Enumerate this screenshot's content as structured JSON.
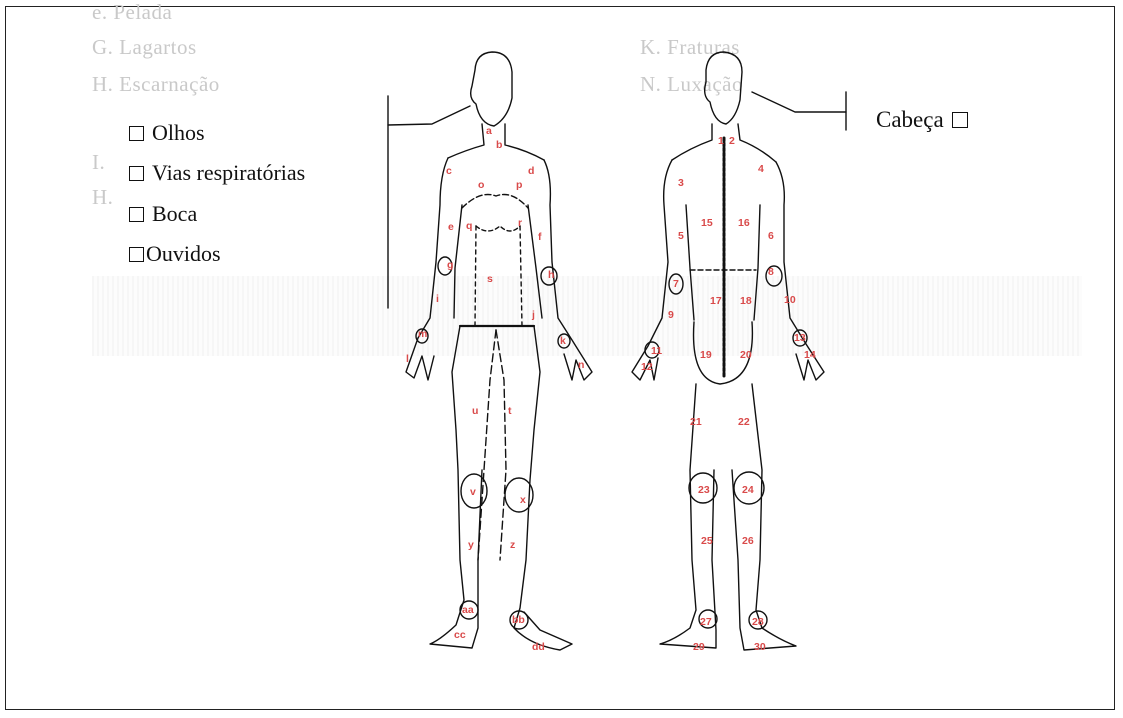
{
  "left_group": {
    "options": [
      {
        "label": "Olhos"
      },
      {
        "label": "Vias respiratórias"
      },
      {
        "label": "Boca"
      },
      {
        "label": "Ouvidos"
      }
    ]
  },
  "right_group": {
    "label": "Cabeça"
  },
  "front_zones": [
    "a",
    "b",
    "c",
    "d",
    "o",
    "p",
    "e",
    "q",
    "r",
    "f",
    "g",
    "s",
    "h",
    "i",
    "j",
    "k",
    "l",
    "m",
    "n",
    "u",
    "t",
    "v",
    "x",
    "y",
    "z",
    "aa",
    "bb",
    "cc",
    "dd"
  ],
  "back_zones": [
    "1",
    "2",
    "3",
    "4",
    "15",
    "16",
    "5",
    "6",
    "7",
    "17",
    "18",
    "8",
    "9",
    "10",
    "11",
    "12",
    "13",
    "19",
    "20",
    "14",
    "21",
    "22",
    "23",
    "24",
    "25",
    "26",
    "27",
    "28",
    "29",
    "30"
  ],
  "colors": {
    "zone_label": "#d94a4a",
    "line": "#111111"
  }
}
